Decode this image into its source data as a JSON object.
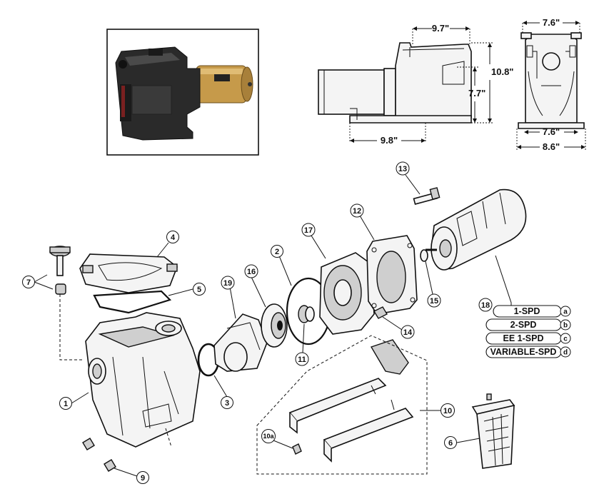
{
  "dimensions": {
    "side_top_width": "9.7\"",
    "side_height": "10.8\"",
    "side_inlet_height": "7.7\"",
    "side_base_length": "9.8\"",
    "front_top_width": "7.6\"",
    "front_base_width": "7.6\"",
    "front_overall_width": "8.6\""
  },
  "callouts": {
    "c1": "1",
    "c2": "2",
    "c3": "3",
    "c4": "4",
    "c5": "5",
    "c6": "6",
    "c7": "7",
    "c9": "9",
    "c10": "10",
    "c10a": "10a",
    "c11": "11",
    "c12": "12",
    "c13": "13",
    "c14": "14",
    "c15": "15",
    "c16": "16",
    "c17": "17",
    "c18": "18",
    "c19": "19"
  },
  "motor_options": {
    "callout": "18",
    "items": [
      {
        "label": "1-SPD",
        "code": "a"
      },
      {
        "label": "2-SPD",
        "code": "b"
      },
      {
        "label": "EE 1-SPD",
        "code": "c"
      },
      {
        "label": "VARIABLE-SPD",
        "code": "d"
      }
    ]
  },
  "colors": {
    "motor_brass": "#c69a4a",
    "housing_dark": "#2a2a2a"
  }
}
